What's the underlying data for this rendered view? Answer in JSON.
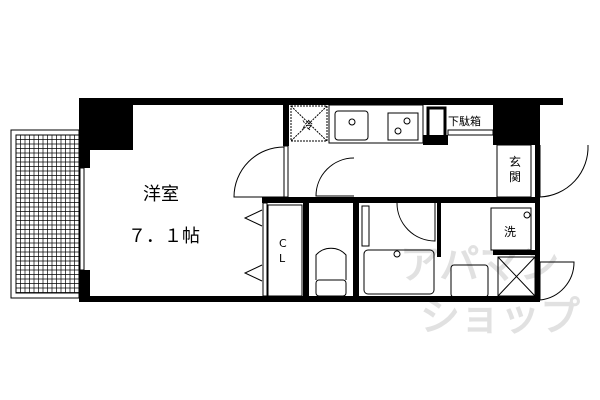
{
  "rooms": {
    "western_room": {
      "name": "洋室",
      "size": "７．１帖"
    },
    "closet": {
      "line1": "C",
      "line2": "L"
    },
    "fridge": "冷",
    "shoe_box": "下駄箱",
    "entrance": {
      "line1": "玄",
      "line2": "関"
    },
    "washer": "洗"
  },
  "watermark": {
    "line1": "アパマン",
    "line2": "ショップ"
  },
  "colors": {
    "wall": "#000000",
    "watermark": "#d9d9d9"
  }
}
